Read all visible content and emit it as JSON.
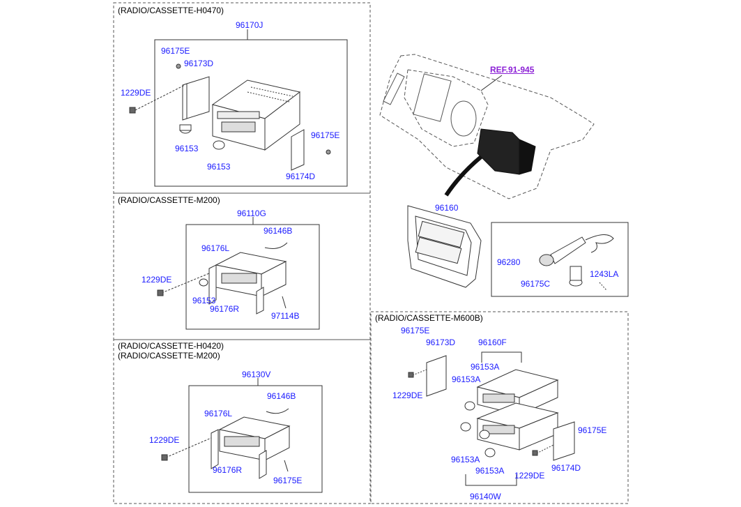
{
  "colors": {
    "label": "#1a1aff",
    "header": "#000000",
    "ref": "#8b1fd6",
    "line": "#333333"
  },
  "sections": {
    "h0470": {
      "header": "(RADIO/CASSETTE-H0470)",
      "assembly": "96170J",
      "labels": [
        "96175E",
        "96173D",
        "1229DE",
        "96153",
        "96153",
        "96175E",
        "96174D"
      ]
    },
    "m200": {
      "header": "(RADIO/CASSETTE-M200)",
      "assembly": "96110G",
      "labels": [
        "96146B",
        "96176L",
        "1229DE",
        "96153",
        "96176R",
        "97114B"
      ]
    },
    "h0420": {
      "header1": "(RADIO/CASSETTE-H0420)",
      "header2": "(RADIO/CASSETTE-M200)",
      "assembly": "96130V",
      "labels": [
        "96146B",
        "96176L",
        "1229DE",
        "96176R",
        "96175E"
      ]
    },
    "dash": {
      "ref": "REF.91-945",
      "bezel": "96160"
    },
    "mic": {
      "labels": [
        "96280",
        "96175C",
        "1243LA"
      ]
    },
    "m600b": {
      "header": "(RADIO/CASSETTE-M600B)",
      "assembly_top": "96160F",
      "assembly_bottom": "96140W",
      "labels": [
        "96175E",
        "96173D",
        "1229DE",
        "96153A",
        "96153A",
        "96153A",
        "96153A",
        "1229DE",
        "96174D",
        "96175E"
      ]
    }
  }
}
